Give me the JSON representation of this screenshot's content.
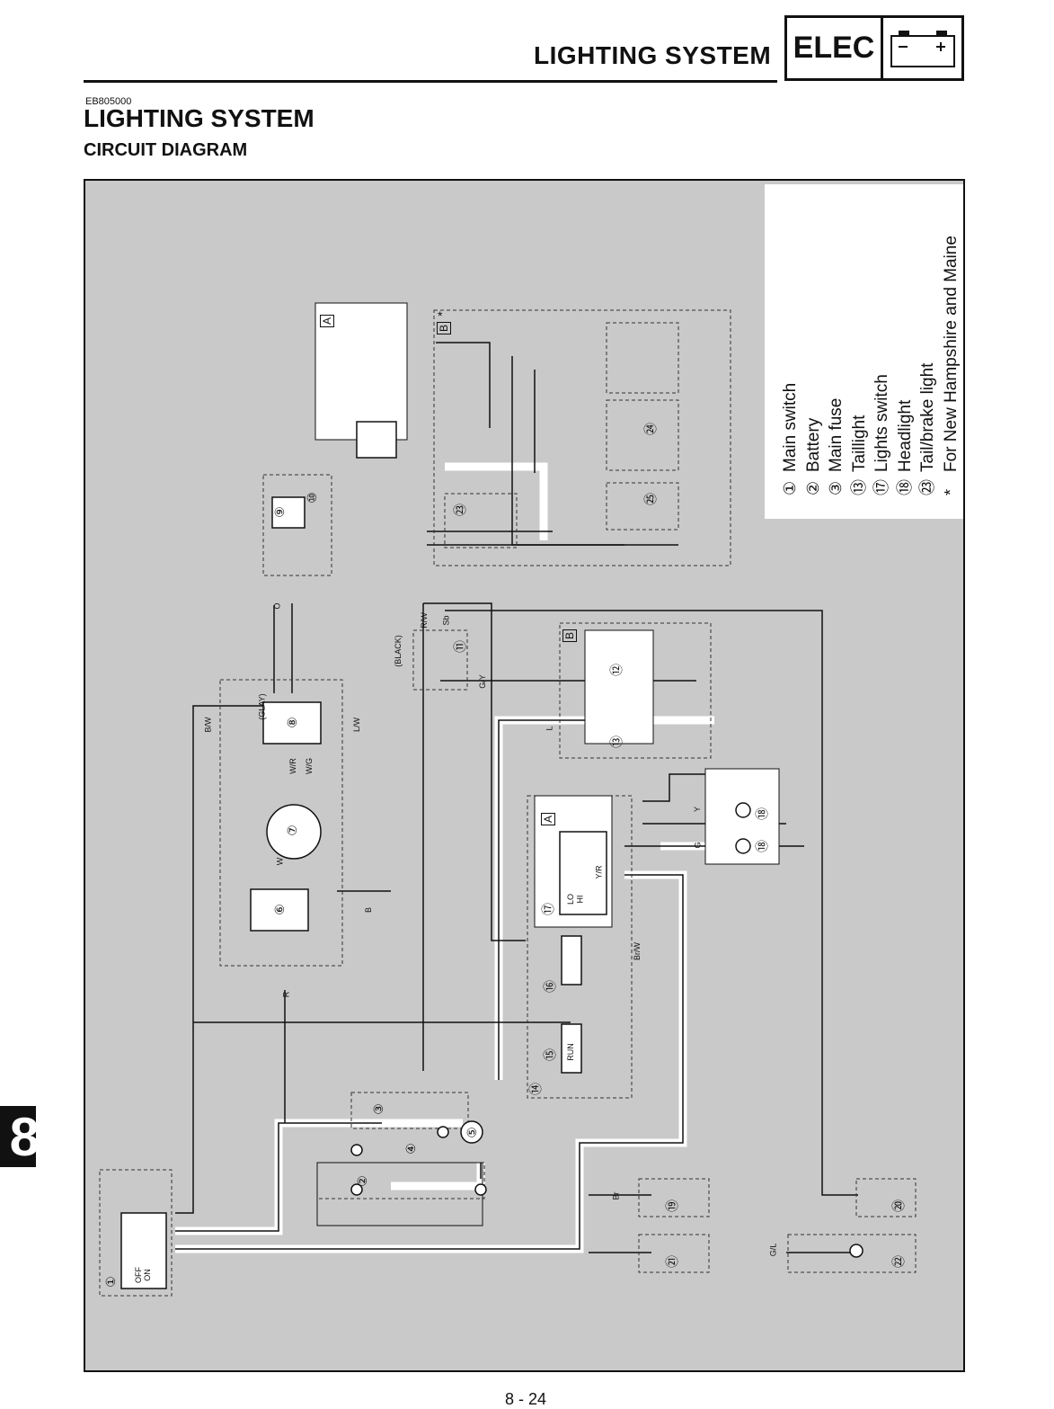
{
  "header": {
    "title": "LIGHTING SYSTEM",
    "badge": "ELEC",
    "battery_icon": "battery-icon"
  },
  "doc": {
    "code": "EB805000",
    "title": "LIGHTING SYSTEM",
    "subtitle": "CIRCUIT DIAGRAM"
  },
  "side_tab": "8",
  "page_number": "8 - 24",
  "legend": [
    {
      "num": "①",
      "label": "Main switch"
    },
    {
      "num": "②",
      "label": "Battery"
    },
    {
      "num": "③",
      "label": "Main fuse"
    },
    {
      "num": "⑬",
      "label": "Taillight"
    },
    {
      "num": "⑰",
      "label": "Lights switch"
    },
    {
      "num": "⑱",
      "label": "Headlight"
    },
    {
      "num": "㉓",
      "label": "Tail/brake light"
    },
    {
      "num": "*",
      "label": "For New Hampshire and Maine"
    }
  ],
  "diagram": {
    "box_a": "A",
    "box_b": "B",
    "star": "*",
    "switch_positions": {
      "off": "OFF",
      "on": "ON",
      "lo": "LO",
      "hi": "HI",
      "run": "RUN"
    },
    "connector_note_black": "(BLACK)",
    "connector_note_gray": "(GLAY)",
    "wire_labels": [
      "B/W",
      "L/W",
      "R/W",
      "G/Y",
      "Sb",
      "Br",
      "Br/W",
      "Y/R",
      "W/R",
      "W/G",
      "G/L",
      "R",
      "B",
      "L",
      "Y",
      "G",
      "W",
      "O"
    ],
    "component_numbers": [
      "①",
      "②",
      "③",
      "④",
      "⑤",
      "⑥",
      "⑦",
      "⑧",
      "⑨",
      "⑩",
      "⑪",
      "⑫",
      "⑬",
      "⑭",
      "⑮",
      "⑯",
      "⑰",
      "⑱",
      "⑱",
      "⑲",
      "⑳",
      "㉑",
      "㉒",
      "㉓",
      "㉔",
      "㉕"
    ]
  }
}
